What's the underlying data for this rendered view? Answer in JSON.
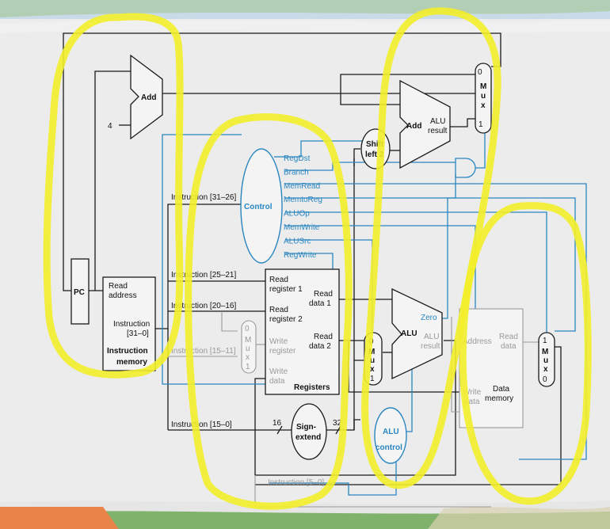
{
  "diagram": {
    "pc": "PC",
    "add_top": "Add",
    "const_four": "4",
    "add_branch": "Add",
    "alu_result_line1": "ALU",
    "alu_result_line2": "result",
    "shift_line1": "Shift",
    "shift_line2": "left 2",
    "mux_top": {
      "in0": "0",
      "letters": [
        "M",
        "u",
        "x"
      ],
      "in1": "1"
    },
    "control": "Control",
    "control_signals": [
      "RegDst",
      "Branch",
      "MemRead",
      "MemtoReg",
      "ALUOp",
      "MemWrite",
      "ALUSrc",
      "RegWrite"
    ],
    "instruction_memory": {
      "read_address_1": "Read",
      "read_address_2": "address",
      "instruction_1": "Instruction",
      "instruction_2": "[31–0]",
      "title_1": "Instruction",
      "title_2": "memory"
    },
    "instr_fields": {
      "f31_26": "Instruction [31–26]",
      "f25_21": "Instruction [25–21]",
      "f20_16": "Instruction [20–16]",
      "f15_11": "Instruction [15–11]",
      "f15_0": "Instruction [15–0]",
      "f5_0": "Instruction [5–0]"
    },
    "registers": {
      "read_reg1_a": "Read",
      "read_reg1_b": "register 1",
      "read_reg2_a": "Read",
      "read_reg2_b": "register 2",
      "write_reg_a": "Write",
      "write_reg_b": "register",
      "write_data_a": "Write",
      "write_data_b": "data",
      "read_data1_a": "Read",
      "read_data1_b": "data 1",
      "read_data2_a": "Read",
      "read_data2_b": "data 2",
      "title": "Registers"
    },
    "mux_regdst": {
      "in0": "0",
      "letters": [
        "M",
        "u",
        "x"
      ],
      "in1": "1"
    },
    "mux_alusrc": {
      "in0": "0",
      "letters": [
        "M",
        "u",
        "x"
      ],
      "in1": "1"
    },
    "mux_memtoreg": {
      "in1": "1",
      "letters": [
        "M",
        "u",
        "x"
      ],
      "in0": "0"
    },
    "alu": {
      "label": "ALU",
      "zero": "Zero",
      "result_1": "ALU",
      "result_2": "result"
    },
    "sign_extend": {
      "line1": "Sign-",
      "line2": "extend",
      "in_width": "16",
      "out_width": "32"
    },
    "alu_control": {
      "line1": "ALU",
      "line2": "control"
    },
    "data_memory": {
      "address": "Address",
      "read_data_1": "Read",
      "read_data_2": "data",
      "write_data_1": "Write",
      "write_data_2": "data",
      "title_1": "Data",
      "title_2": "memory"
    },
    "colors": {
      "highlight": "#f3ee2a",
      "control_blue": "#2a86c0",
      "wire_black": "#1a1a1a",
      "faded": "#9a9a9a"
    }
  }
}
